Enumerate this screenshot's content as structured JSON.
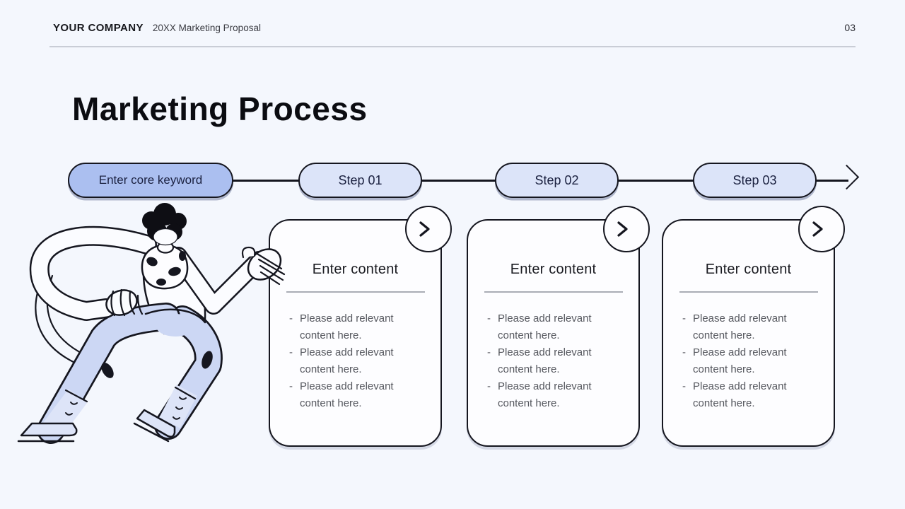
{
  "header": {
    "company": "YOUR COMPANY",
    "subtitle": "20XX Marketing Proposal",
    "page_number": "03"
  },
  "title": "Marketing Process",
  "pipeline": {
    "keyword_label": "Enter core keyword",
    "steps": [
      "Step 01",
      "Step 02",
      "Step 03"
    ],
    "end_icon": "arrow-right"
  },
  "bullet_char": "-",
  "cards": [
    {
      "title": "Enter content",
      "corner_icon": "chevron-right",
      "items": [
        "Please add relevant content here.",
        "Please add relevant content here.",
        "Please add relevant content here."
      ]
    },
    {
      "title": "Enter content",
      "corner_icon": "chevron-right",
      "items": [
        "Please add relevant content here.",
        "Please add relevant content here.",
        "Please add relevant content here."
      ]
    },
    {
      "title": "Enter content",
      "corner_icon": "chevron-right",
      "items": [
        "Please add relevant content here.",
        "Please add relevant content here.",
        "Please add relevant content here."
      ]
    }
  ],
  "illustration": "person-leaning-hand-on-knee",
  "colors": {
    "background": "#f4f7fd",
    "outline": "#15161f",
    "keyword_pill_fill": "#abbff0",
    "step_pill_fill": "#dce4f9",
    "card_fill": "#fdfdff",
    "pants_fill": "#ccd7f4",
    "boot_fill": "#dde4f8",
    "muted_text": "#56585f",
    "divider": "#aaadb5"
  }
}
